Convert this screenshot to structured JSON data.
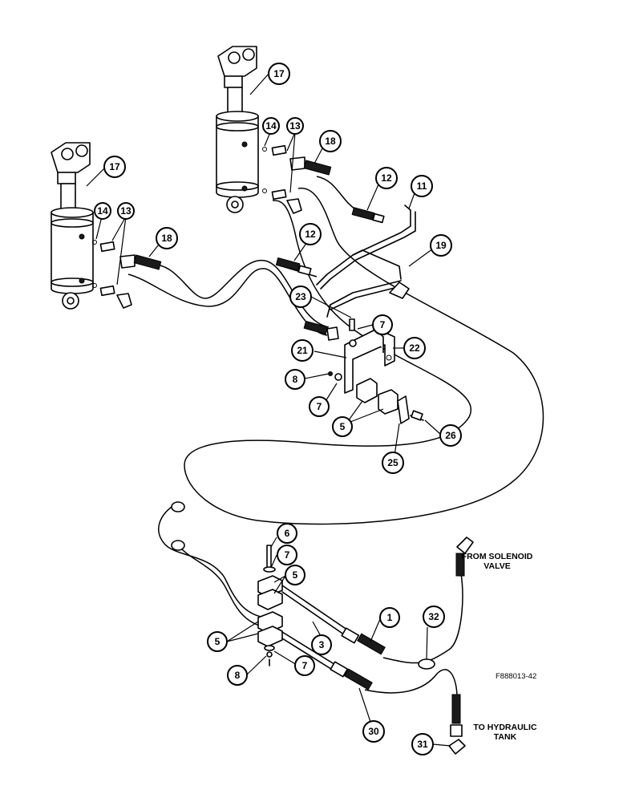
{
  "callouts": {
    "c17a": "17",
    "c17b": "17",
    "c14a": "14",
    "c13a": "13",
    "c18a": "18",
    "c14b": "14",
    "c13b": "13",
    "c18b": "18",
    "c12a": "12",
    "c12b": "12",
    "c11": "11",
    "c19": "19",
    "c23": "23",
    "c7a": "7",
    "c21": "21",
    "c22": "22",
    "c8a": "8",
    "c7b": "7",
    "c5a": "5",
    "c26": "26",
    "c25": "25",
    "c6": "6",
    "c7c": "7",
    "c5b": "5",
    "c5c": "5",
    "c1": "1",
    "c32": "32",
    "c3": "3",
    "c8b": "8",
    "c7d": "7",
    "c30": "30",
    "c31": "31"
  },
  "labels": {
    "from_solenoid_1": "FROM SOLENOID",
    "from_solenoid_2": "VALVE",
    "to_tank_1": "TO HYDRAULIC",
    "to_tank_2": "TANK"
  },
  "figure_id": "F888013-42"
}
